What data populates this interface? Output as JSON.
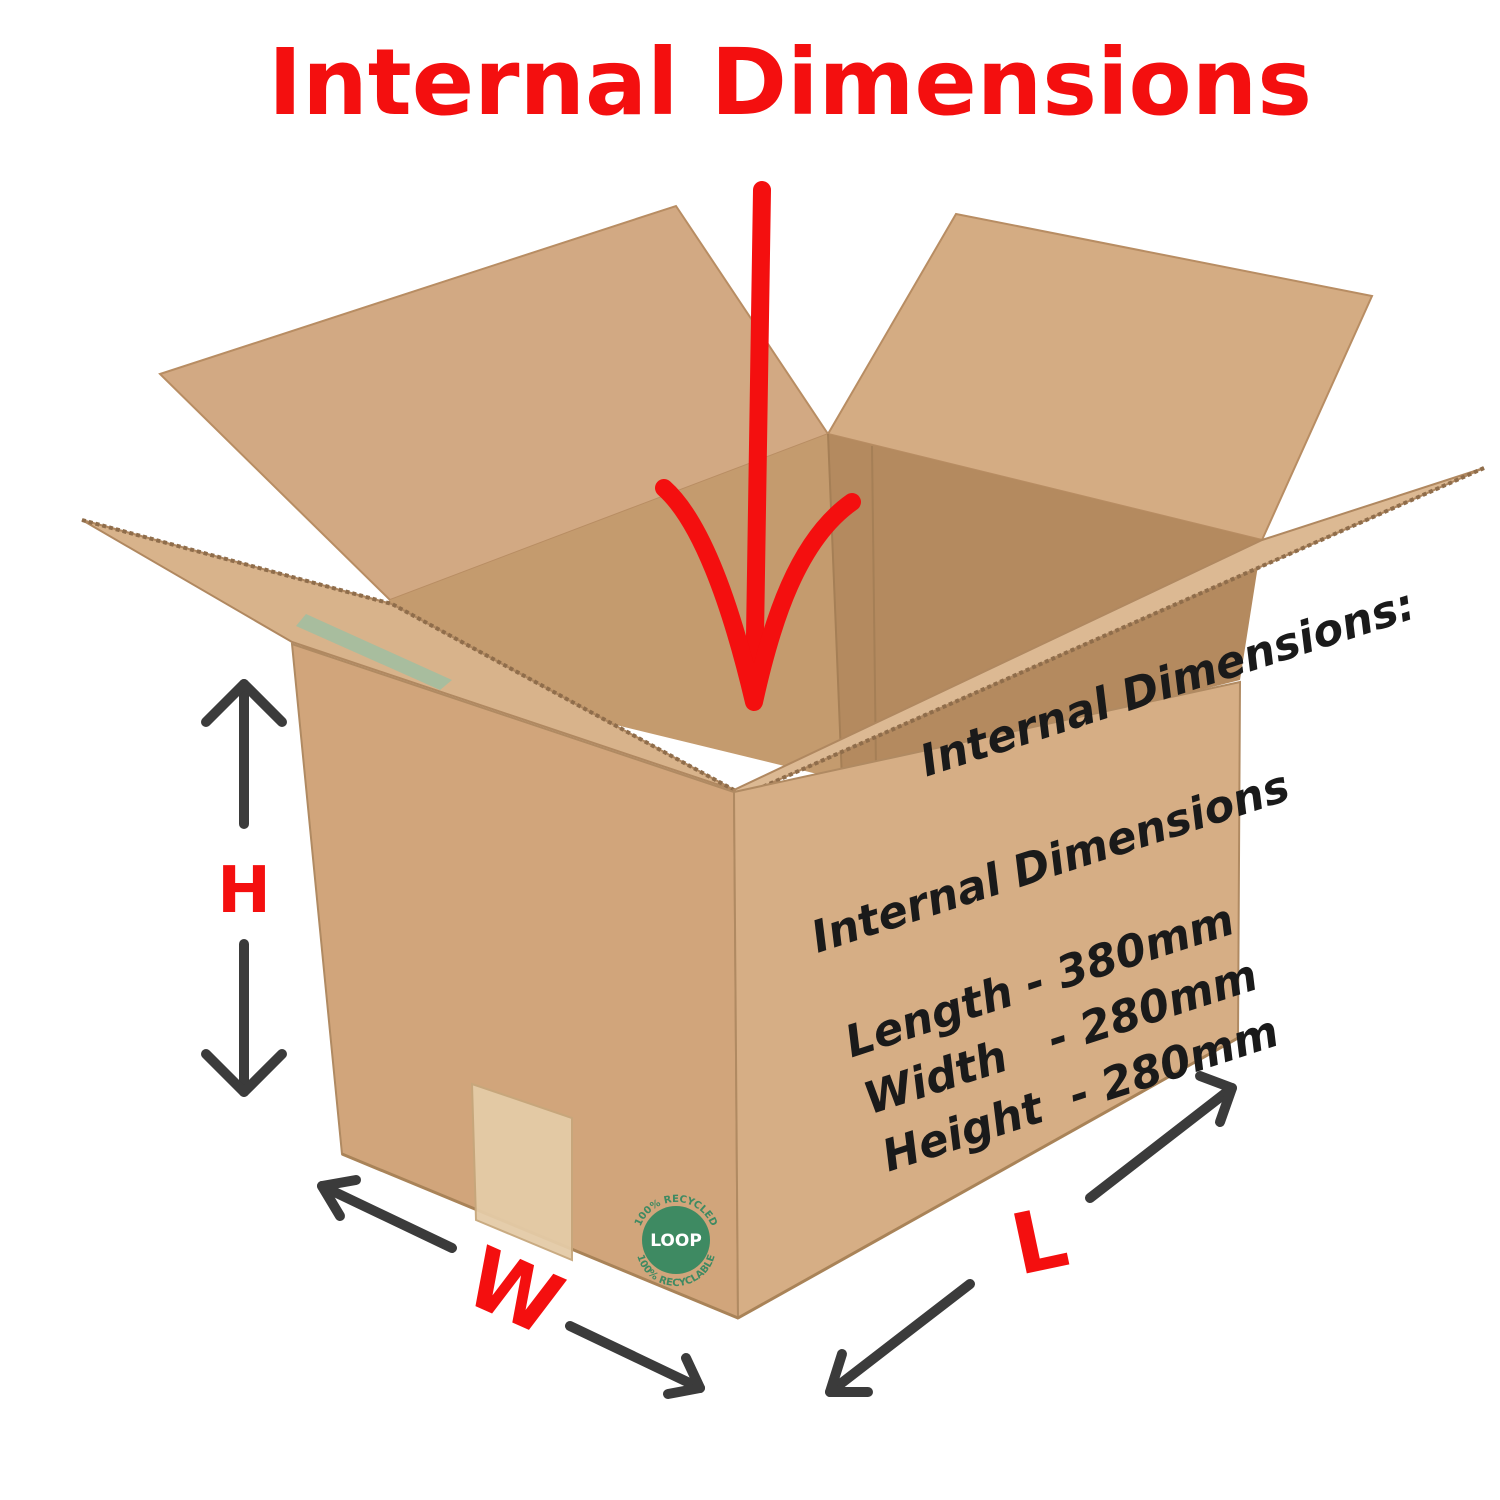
{
  "title": "Internal Dimensions",
  "box_print": {
    "heading": "Internal Dimensions:",
    "subheading": "Internal Dimensions",
    "lines": [
      "Length - 380mm",
      "Width   - 280mm",
      "Height  - 280mm"
    ]
  },
  "dimension_labels": {
    "height": "H",
    "width": "W",
    "length": "L"
  },
  "logo": {
    "brand": "LOOP",
    "top_text": "100% RECYCLED",
    "bottom_text": "100% RECYCLABLE"
  },
  "colors": {
    "accent_red": "#f40f0f",
    "arrow_dark": "#3b3b3b",
    "cardboard": "#d2a87c",
    "logo_green": "#3e8a62"
  }
}
